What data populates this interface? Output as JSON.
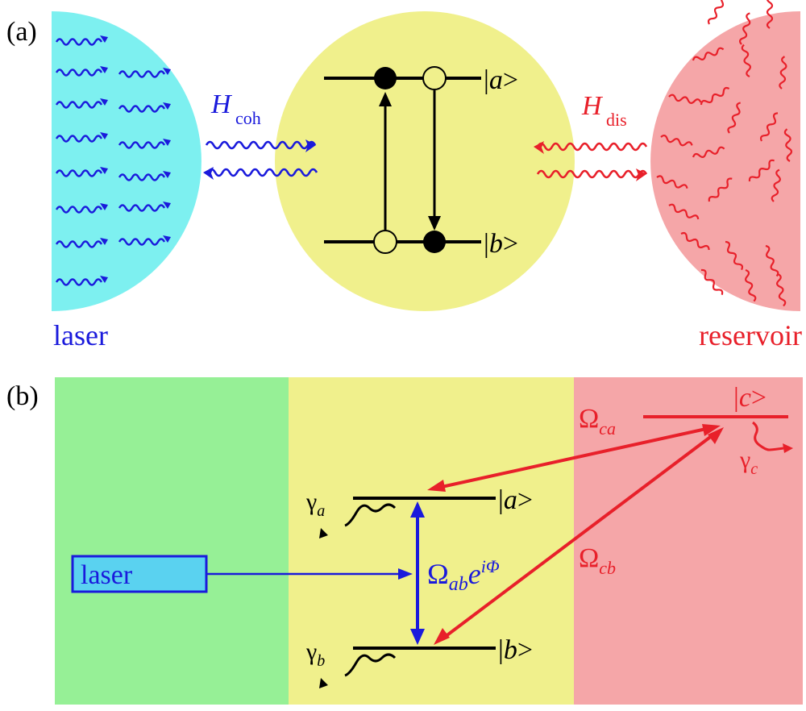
{
  "panel_a": {
    "label": "(a)",
    "laser_label": "laser",
    "reservoir_label": "reservoir",
    "h_coh": {
      "base": "H",
      "sub": "coh"
    },
    "h_dis": {
      "base": "H",
      "sub": "dis"
    },
    "state_a": {
      "bar": "|",
      "letter": "a",
      "close": ">"
    },
    "state_b": {
      "bar": "|",
      "letter": "b",
      "close": ">"
    }
  },
  "panel_b": {
    "label": "(b)",
    "laser_box": "laser",
    "state_a": {
      "bar": "|",
      "letter": "a",
      "close": ">"
    },
    "state_b": {
      "bar": "|",
      "letter": "b",
      "close": ">"
    },
    "state_c": {
      "bar": "|",
      "letter": "c",
      "close": ">"
    },
    "gamma_a": {
      "base": "γ",
      "sub": "a"
    },
    "gamma_b": {
      "base": "γ",
      "sub": "b"
    },
    "gamma_c": {
      "base": "γ",
      "sub": "c"
    },
    "omega_ab": {
      "base": "Ω",
      "sub": "ab",
      "exp_base": "e",
      "exp": "iΦ"
    },
    "omega_ca": {
      "base": "Ω",
      "sub": "ca"
    },
    "omega_cb": {
      "base": "Ω",
      "sub": "cb"
    }
  },
  "colors": {
    "cyan": "#7df0f0",
    "yellow": "#f0f08c",
    "pink": "#f5a6a8",
    "green": "#96f096",
    "blue": "#1a1adc",
    "red": "#e8202a",
    "black": "#000000",
    "laser_box_fill": "#5ad2f0"
  }
}
